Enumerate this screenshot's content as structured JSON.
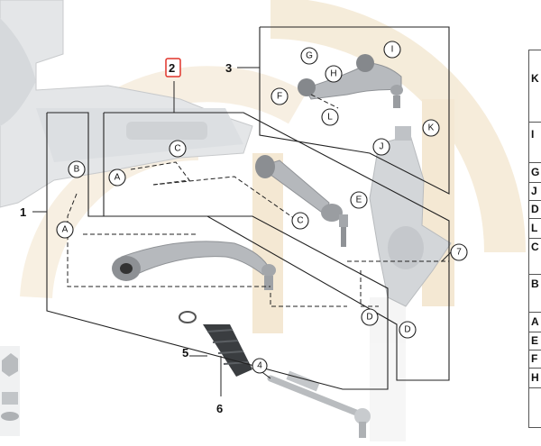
{
  "part_number_label": "2",
  "item_numbers": [
    "1",
    "3",
    "4",
    "5",
    "6",
    "7"
  ],
  "callouts": {
    "A": "A",
    "B": "B",
    "C": "C",
    "D": "D",
    "E": "E",
    "F": "F",
    "G": "G",
    "H": "H",
    "I": "I",
    "J": "J",
    "K": "K",
    "L": "L"
  },
  "legend_table": {
    "rows": [
      {
        "label": "K"
      },
      {
        "label": "I"
      },
      {
        "label": "G"
      },
      {
        "label": "J"
      },
      {
        "label": "D"
      },
      {
        "label": "L"
      },
      {
        "label": "C"
      },
      {
        "label": "B"
      },
      {
        "label": "A"
      },
      {
        "label": "E"
      },
      {
        "label": "F"
      },
      {
        "label": "H"
      }
    ]
  },
  "colors": {
    "watermark": "#f3e6cf",
    "frame_line": "#222222",
    "part_highlight": "#e0342a",
    "metal": "#a9adb3"
  }
}
